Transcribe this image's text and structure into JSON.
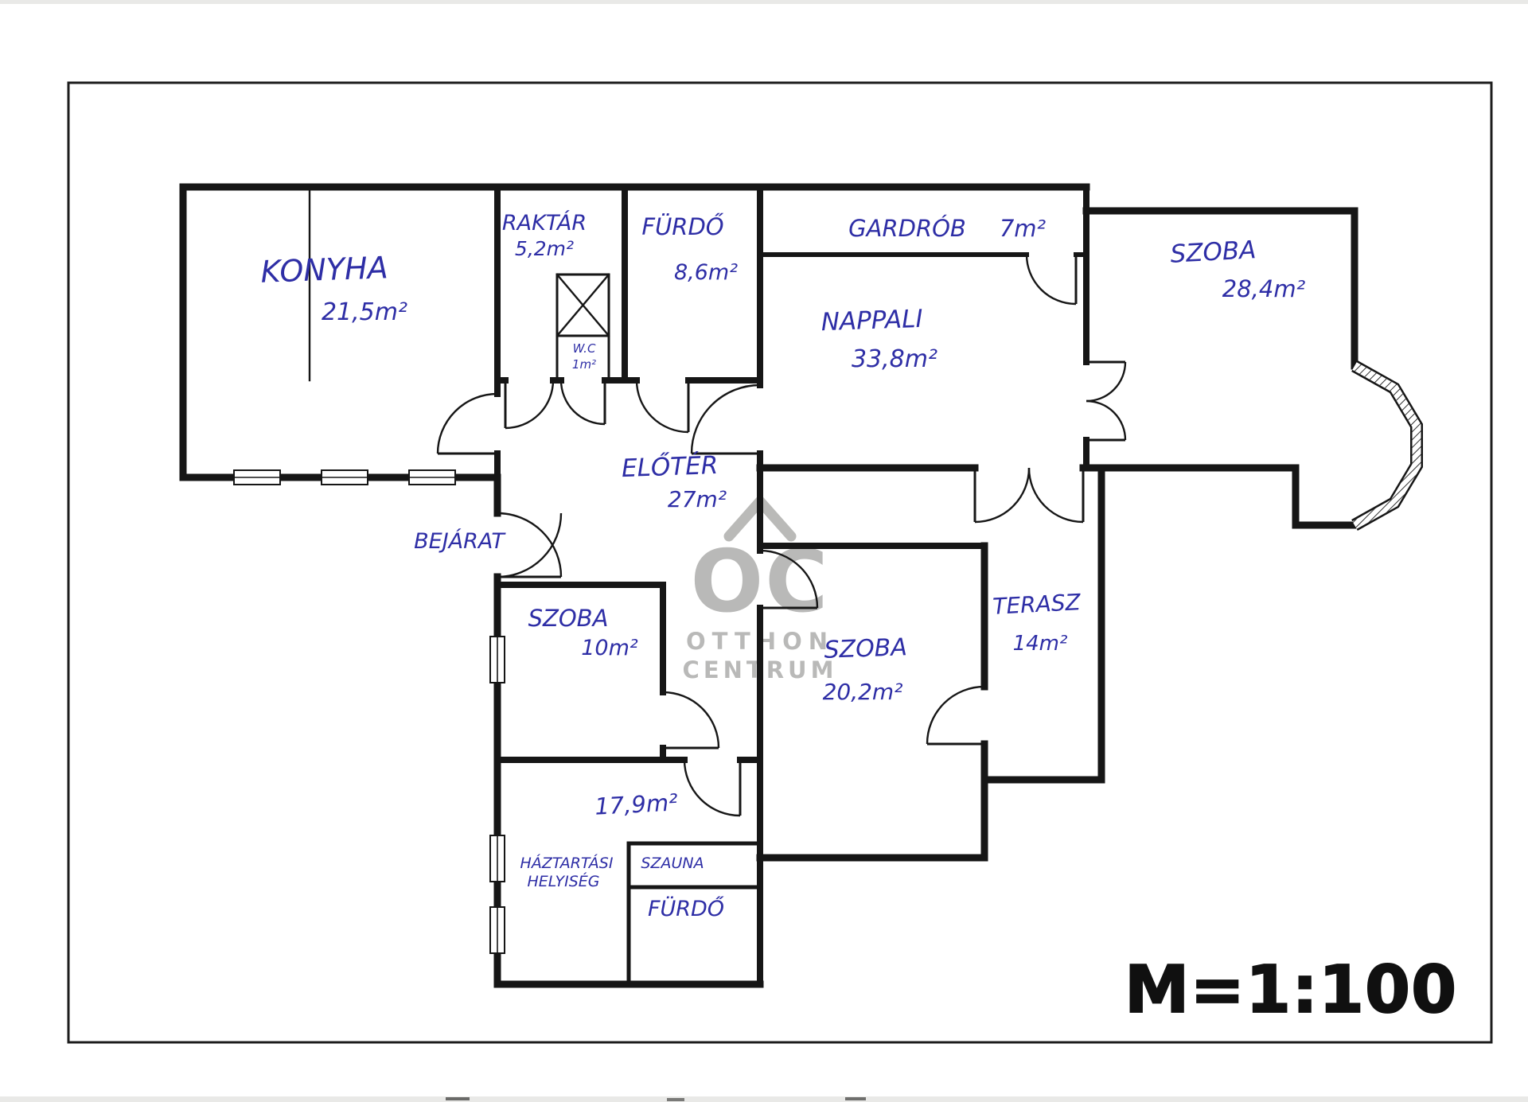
{
  "page": {
    "background": "#ffffff",
    "scan_border": "#1c1c1c"
  },
  "colors": {
    "ink": "#2e2ea6",
    "wall": "#161616",
    "watermark": "#b4b4b2",
    "paper": "#ffffff",
    "border": "#1c1c1c"
  },
  "scale": {
    "label": "M=1:100"
  },
  "watermark": {
    "monogram": "OC",
    "line1": "OTTHON",
    "line2": "CENTRUM"
  },
  "rooms": {
    "konyha": {
      "name": "KONYHA",
      "area": "21,5m²"
    },
    "raktar": {
      "name": "RAKTÁR",
      "area": "5,2m²"
    },
    "wc": {
      "name": "W.C",
      "area": "1m²"
    },
    "furdo_felso": {
      "name": "FÜRDŐ",
      "area": "8,6m²"
    },
    "gardrob": {
      "name": "GARDRÓB",
      "area": "7m²"
    },
    "szoba_felso": {
      "name": "SZOBA",
      "area": "28,4m²"
    },
    "nappali": {
      "name": "NAPPALI",
      "area": "33,8m²"
    },
    "eloter": {
      "name": "ELŐTÉR",
      "area": "27m²"
    },
    "bejarat": {
      "name": "BEJÁRAT"
    },
    "szoba_kis": {
      "name": "SZOBA",
      "area": "10m²"
    },
    "szoba_kozep": {
      "name": "SZOBA",
      "area": "20,2m²"
    },
    "terasz": {
      "name": "TERASZ",
      "area": "14m²"
    },
    "also_blokk": {
      "area": "17,9m²"
    },
    "haztartasi": {
      "line1": "HÁZTARTÁSI",
      "line2": "HELYISÉG"
    },
    "szauna": {
      "name": "SZAUNA"
    },
    "furdo_also": {
      "name": "FÜRDŐ"
    }
  }
}
